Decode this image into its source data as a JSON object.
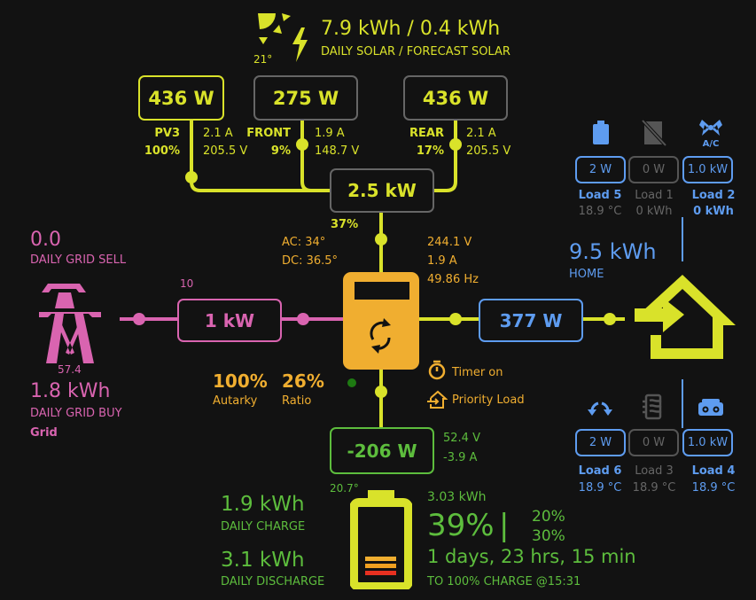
{
  "colors": {
    "solar": "#d9e22a",
    "grid": "#d964b0",
    "inverter": "#f0ae30",
    "home": "#5e9cf0",
    "battery": "#5dbd3d",
    "inactive": "#666666"
  },
  "solar": {
    "icon": "solar-sun-bolt-icon",
    "temp": "21°",
    "daily": "7.9 kWh / 0.4 kWh",
    "daily_label": "DAILY SOLAR / FORECAST SOLAR",
    "total": "2.5 kW",
    "total_pct": "37%",
    "pv": [
      {
        "name": "PV3",
        "power": "436 W",
        "pct": "100%",
        "current": "2.1 A",
        "voltage": "205.5 V"
      },
      {
        "name": "FRONT",
        "power": "275 W",
        "pct": "9%",
        "current": "1.9 A",
        "voltage": "148.7 V"
      },
      {
        "name": "REAR",
        "power": "436 W",
        "pct": "17%",
        "current": "2.1 A",
        "voltage": "205.5 V"
      }
    ]
  },
  "inverter": {
    "ac_temp": "AC: 34°",
    "dc_temp": "DC: 36.5°",
    "voltage": "244.1 V",
    "current": "1.9 A",
    "frequency": "49.86 Hz",
    "autarky": "100%",
    "autarky_label": "Autarky",
    "ratio": "26%",
    "ratio_label": "Ratio",
    "timer": "Timer on",
    "priority": "Priority Load"
  },
  "grid": {
    "sell": "0.0",
    "sell_label": "DAILY GRID SELL",
    "buy": "1.8 kWh",
    "buy_label": "DAILY GRID BUY",
    "name": "Grid",
    "freq_value": "57.4",
    "power": "1 kW",
    "top_value": "10"
  },
  "home": {
    "power": "377 W",
    "daily": "9.5 kWh",
    "daily_label": "HOME",
    "loads_top": [
      {
        "name": "Load 5",
        "power": "2 W",
        "value": "18.9 °C",
        "icon": "battery-icon",
        "active": true
      },
      {
        "name": "Load 1",
        "power": "0 W",
        "value": "0 kWh",
        "icon": "no-dishwasher-icon",
        "active": false
      },
      {
        "name": "Load 2",
        "power": "1.0 kW",
        "value": "0 kWh",
        "icon": "ac-fan-icon",
        "active": true
      }
    ],
    "loads_bottom": [
      {
        "name": "Load 6",
        "power": "2 W",
        "value": "18.9 °C",
        "icon": "rotate-arrows-icon",
        "active": true
      },
      {
        "name": "Load 3",
        "power": "0 W",
        "value": "18.9 °C",
        "icon": "heater-icon",
        "active": false
      },
      {
        "name": "Load 4",
        "power": "1.0 kW",
        "value": "18.9 °C",
        "icon": "radio-icon",
        "active": true
      }
    ]
  },
  "battery": {
    "power": "-206 W",
    "voltage": "52.4 V",
    "current": "-3.9 A",
    "temp": "20.7°",
    "energy": "3.03 kWh",
    "soc": "39%",
    "separator": "|",
    "min_soc": "20%",
    "reserve_soc": "30%",
    "time": "1 days, 23 hrs, 15 min",
    "time_label": "TO 100% CHARGE @15:31",
    "charge": "1.9 kWh",
    "charge_label": "DAILY CHARGE",
    "discharge": "3.1 kWh",
    "discharge_label": "DAILY DISCHARGE",
    "soc_fraction": 0.39
  }
}
